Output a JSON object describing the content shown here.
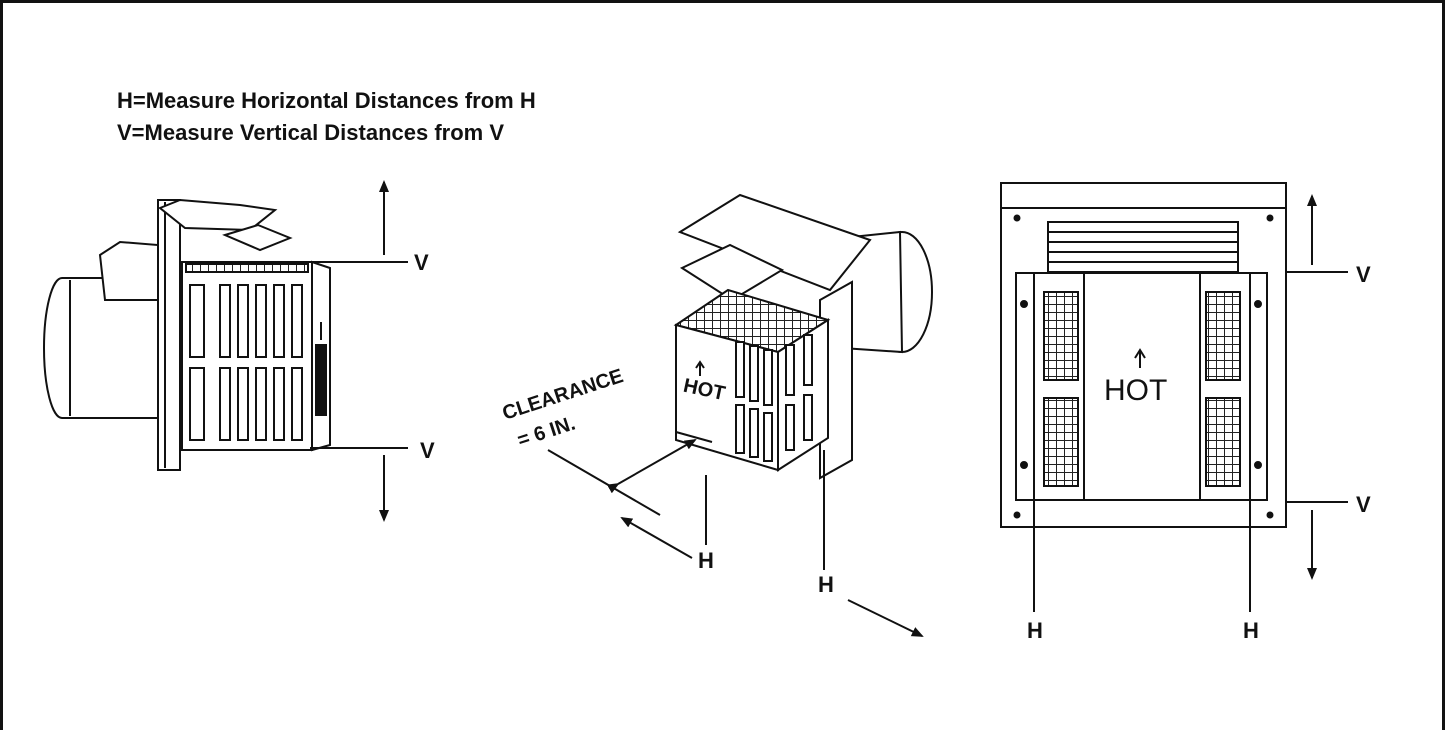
{
  "legend": {
    "line1": "H=Measure Horizontal Distances from H",
    "line2": "V=Measure Vertical Distances from V"
  },
  "markers": {
    "v": "V",
    "h": "H"
  },
  "clearance": {
    "line1": "CLEARANCE",
    "line2": "= 6 IN."
  },
  "hot_label": "HOT",
  "colors": {
    "ink": "#111111",
    "fill": "#ffffff",
    "grid": "#222222"
  },
  "icons": [
    "arrow-up-icon",
    "arrow-down-icon",
    "double-arrow-icon",
    "hot-arrow-icon"
  ]
}
